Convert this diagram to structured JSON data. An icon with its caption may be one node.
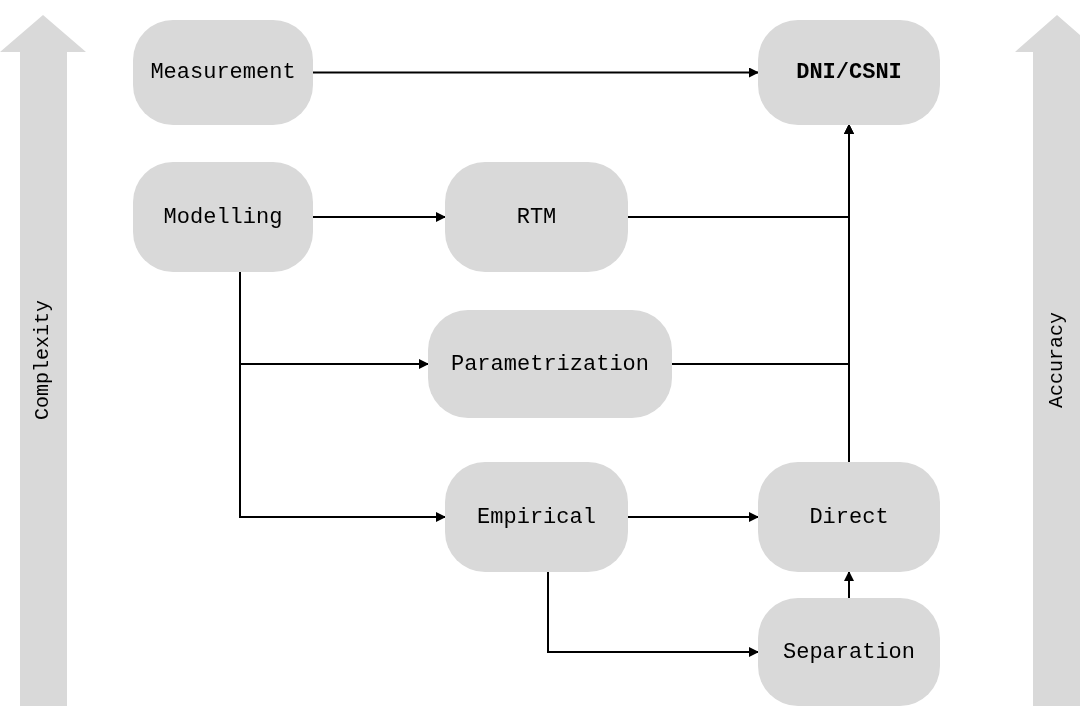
{
  "diagram": {
    "nodes": [
      {
        "text": [
          "Measurement"
        ]
      },
      {
        "text": [
          "DNI/CSNI"
        ]
      },
      {
        "text": [
          "Modelling"
        ]
      },
      {
        "text": [
          "RTM"
        ]
      },
      {
        "text": [
          "Parametrization"
        ]
      },
      {
        "text": [
          "Empirical"
        ]
      },
      {
        "text": [
          "Direct"
        ]
      },
      {
        "text": [
          "Separation"
        ]
      }
    ],
    "edges": [
      {
        "from": 0,
        "to": 1,
        "arrow": "to"
      },
      {
        "from": 2,
        "to": 3,
        "arrow": "to"
      },
      {
        "from": 3,
        "to": 1,
        "arrow": "to"
      },
      {
        "from": 2,
        "to": 4,
        "arrow": "to"
      },
      {
        "from": 4,
        "to": 1,
        "arrow": "to"
      },
      {
        "from": 2,
        "to": 5,
        "arrow": "to"
      },
      {
        "from": 5,
        "to": 6,
        "arrow": "to"
      },
      {
        "from": 6,
        "to": 1,
        "arrow": "to"
      },
      {
        "from": 5,
        "to": 7,
        "arrow": "to"
      },
      {
        "from": 7,
        "to": 6,
        "arrow": "to"
      }
    ],
    "labels": [
      "Complexity",
      "Accuracy"
    ]
  }
}
